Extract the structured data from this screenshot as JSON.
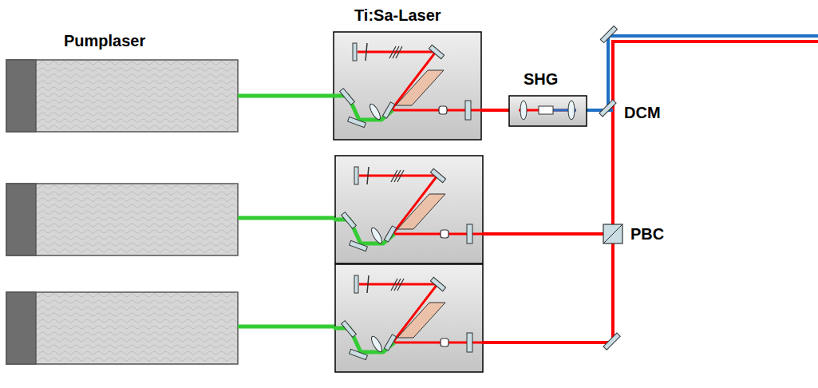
{
  "diagram": {
    "labels": [
      "Pumplaser",
      "Ti:Sa-Laser",
      "SHG",
      "DCM",
      "PBC"
    ]
  }
}
